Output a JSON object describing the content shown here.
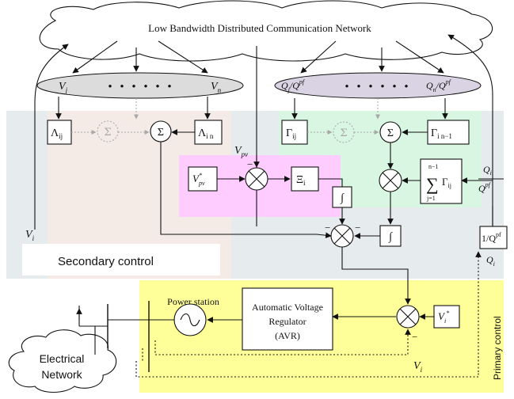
{
  "network_title": "Low Bandwidth Distributed Communication Network",
  "colors": {
    "secondary_zone": "#e6ecee",
    "pink_zone": "#ffccff",
    "green_zone": "#d8f6e2",
    "peach_zone": "#f4ebe7",
    "primary_zone": "#ffff99",
    "ellipse_fill": "#dcdcdc",
    "ellipse_fill_right": "#d9d3e3"
  },
  "voltage_ellipse": {
    "left_symbol": "V",
    "left_sub": "j",
    "dots": "• • • • • •",
    "right_symbol": "V",
    "right_sub": "n"
  },
  "reactive_ellipse": {
    "left_symbol": "Q",
    "left_sub": "j",
    "left_div": "/Q",
    "left_sup": "pf",
    "left_sub2": "j",
    "dots": "• • • • • •",
    "right_symbol": "Q",
    "right_sub": "n",
    "right_div": "/Q",
    "right_sup": "pf",
    "right_sub2": "n"
  },
  "blocks": {
    "lambda_ij": "Λ",
    "lambda_ij_sub": "ij",
    "lambda_in": "Λ",
    "lambda_in_sub": "i n",
    "gamma_ij": "Γ",
    "gamma_ij_sub": "ij",
    "gamma_in1": "Γ",
    "gamma_in1_sub": "i n−1",
    "xi": "Ξ",
    "xi_sub": "i",
    "integral": "∫",
    "sum": "Σ",
    "sum_big": "∑",
    "sum_upper": "n−1",
    "sum_lower": "j=1",
    "sum_term": "Γ",
    "sum_term_sub": "ij",
    "q_ref_den": "1/Q",
    "q_ref_sup": "pf",
    "q_ref_sub": "i",
    "vpv_star": "V",
    "vpv_star_sup": "*",
    "vpv_star_sub": "pv",
    "vi_star": "V",
    "vi_star_sup": "*",
    "vi_star_sub": "i"
  },
  "labels": {
    "vpv": "V",
    "vpv_sub": "pv",
    "vi_left": "V",
    "vi_left_sub": "i",
    "vi_bottom": "V",
    "vi_bottom_sub": "i",
    "qi": "Q",
    "qi_sub": "i",
    "qi_frac_num": "Q",
    "qi_frac_num_sub": "i",
    "qi_frac_den": "Q",
    "qi_frac_den_sup": "pf",
    "qi_frac_den_sub": "i",
    "minus": "−"
  },
  "secondary_control": "Secondary control",
  "primary_control": "Primary control",
  "power_station": "Power station",
  "avr": {
    "line1": "Automatic Voltage",
    "line2": "Regulator",
    "line3": "(AVR)"
  },
  "electrical_network": {
    "line1": "Electrical",
    "line2": "Network"
  }
}
